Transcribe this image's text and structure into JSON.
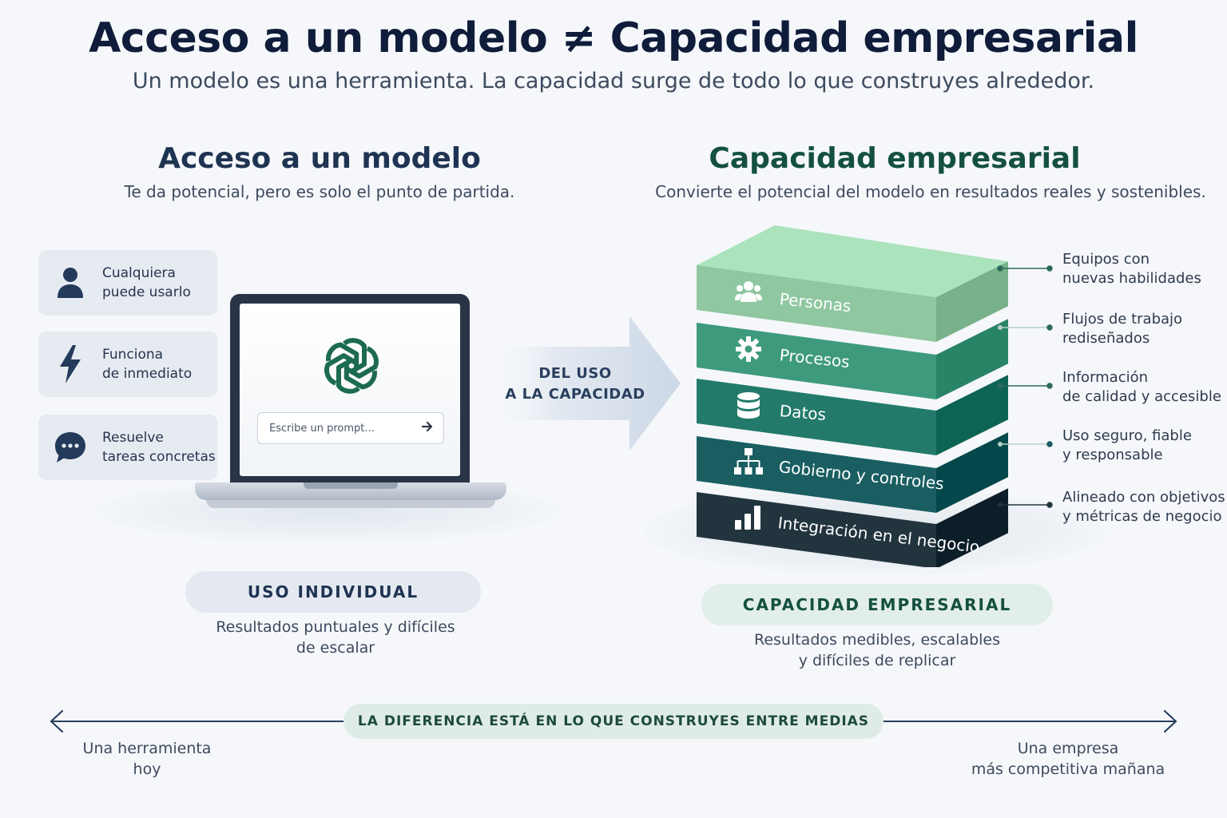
{
  "header": {
    "title": "Acceso a un modelo ≠ Capacidad empresarial",
    "subtitle": "Un modelo es una herramienta. La capacidad surge de todo lo que construyes alrededor."
  },
  "left": {
    "title": "Acceso a un modelo",
    "subtitle": "Te da potencial, pero es solo el punto de partida.",
    "features": [
      {
        "icon": "person-icon",
        "label": "Cualquiera\npuede usarlo"
      },
      {
        "icon": "lightning-icon",
        "label": "Funciona\nde inmediato"
      },
      {
        "icon": "chat-bubble-icon",
        "label": "Resuelve\ntareas concretas"
      }
    ],
    "laptop": {
      "logo": "openai-logo-icon",
      "prompt_placeholder": "Escribe un prompt..."
    },
    "pill": "USO INDIVIDUAL",
    "pill_desc": "Resultados puntuales y difíciles\nde escalar"
  },
  "arrow": {
    "label": "DEL USO\nA LA CAPACIDAD"
  },
  "right": {
    "title": "Capacidad empresarial",
    "subtitle": "Convierte el potencial del modelo en resultados reales y sostenibles.",
    "layers": [
      {
        "label": "Personas",
        "icon": "people-icon",
        "note": "Equipos con\nnuevas habilidades",
        "color": "#8fc7a0"
      },
      {
        "label": "Procesos",
        "icon": "gear-icon",
        "note": "Flujos de trabajo\nrediseñados",
        "color": "#3f9a7d"
      },
      {
        "label": "Datos",
        "icon": "database-icon",
        "note": "Información\nde calidad y accesible",
        "color": "#237a6a"
      },
      {
        "label": "Gobierno y controles",
        "icon": "hierarchy-icon",
        "note": "Uso seguro, fiable\ny responsable",
        "color": "#1a5e62"
      },
      {
        "label": "Integración en el negocio",
        "icon": "bar-chart-icon",
        "note": "Alineado con objetivos\ny métricas de negocio",
        "color": "#22343e"
      }
    ],
    "pill": "CAPACIDAD EMPRESARIAL",
    "pill_desc": "Resultados medibles, escalables\ny difíciles de replicar"
  },
  "footer": {
    "banner": "LA DIFERENCIA ESTÁ EN LO QUE CONSTRUYES ENTRE MEDIAS",
    "left": "Una herramienta\nhoy",
    "right": "Una empresa\nmás competitiva mañana"
  }
}
